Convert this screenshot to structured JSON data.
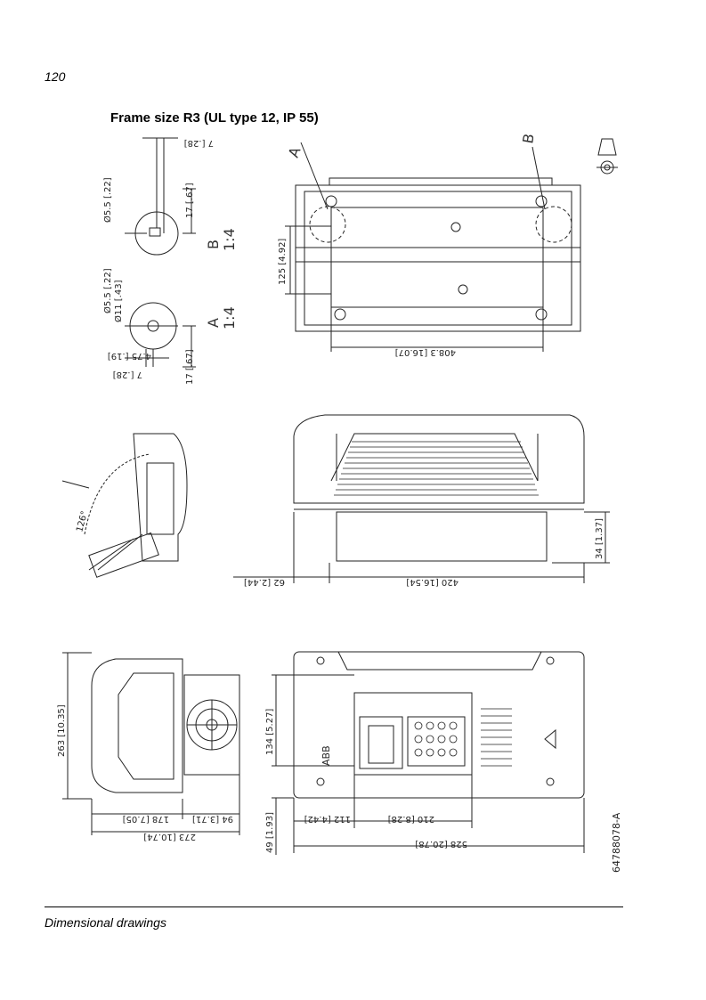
{
  "page": {
    "number": "120",
    "title": "Frame size R3 (UL type 12, IP 55)",
    "footer": "Dimensional drawings",
    "drawing_id": "64788078-A"
  },
  "detail_views": {
    "B": {
      "letter": "B",
      "scale": "1:4",
      "dims": {
        "hole": "Ø5.5 [.22]",
        "top_offset": "7 [.28]",
        "vertical": "17 [.67]"
      }
    },
    "A": {
      "letter": "A",
      "scale": "1:4",
      "dims": {
        "hole_small": "Ø5.5 [.22]",
        "hole_large": "Ø11 [.43]",
        "horizontal": "4.75 [.19]",
        "bottom_offset": "7 [.28]",
        "vertical": "17 [.67]"
      }
    }
  },
  "back_view": {
    "view_letter_a": "A",
    "view_letter_b": "B",
    "height_dim": "125 [4.92]",
    "width_dim": "408.3 [16.07]"
  },
  "top_view": {
    "depth_dim": "34 [1.37]",
    "left_offset_dim": "62 [2.44]",
    "width_dim": "420 [16.54]"
  },
  "door_view": {
    "angle": "126°"
  },
  "side_view": {
    "height_dim": "263 [10.35]",
    "depth_a": "178 [7.05]",
    "depth_b": "94 [3.71]",
    "total_depth": "273 [10.74]"
  },
  "front_view": {
    "height_a": "134 [5.27]",
    "bottom_offset": "49 [1.93]",
    "width_left": "112 [4.42]",
    "width_right": "210 [8.28]",
    "total_width": "528 [20.78]",
    "logo": "ABB"
  }
}
